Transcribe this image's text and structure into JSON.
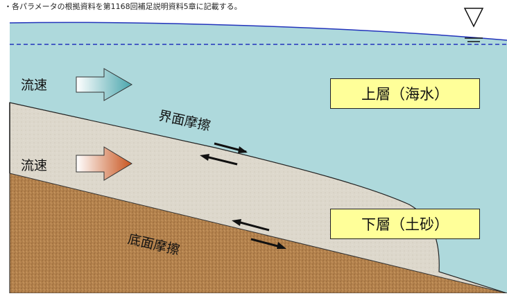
{
  "note": "・各パラメータの根拠資料を第1168回補足説明資料5章に記載する。",
  "labels": {
    "flow_velocity_upper": "流速",
    "flow_velocity_lower": "流速",
    "interface_friction": "界面摩擦",
    "bottom_friction": "底面摩擦",
    "upper_layer": "上層（海水）",
    "lower_layer": "下層（土砂）"
  },
  "colors": {
    "seawater": "#aed9dc",
    "sediment": "#ddd8cc",
    "seabed": "#b5834e",
    "water_surface": "#2233bb",
    "label_box": "#ffff99"
  }
}
